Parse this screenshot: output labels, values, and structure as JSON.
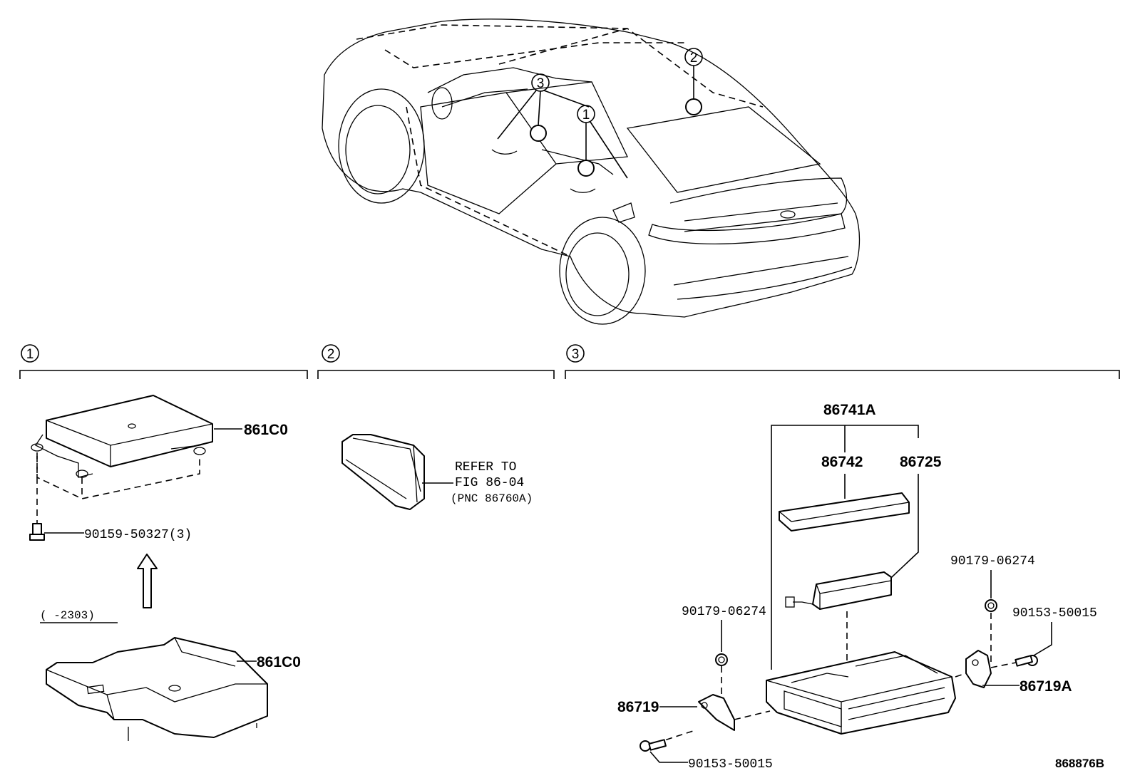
{
  "callouts": {
    "one": "1",
    "two": "2",
    "three": "3"
  },
  "section1": {
    "part_module_top": "861C0",
    "bolt": "90159-50327(3)",
    "date_range": "(      -2303)",
    "part_module_bottom": "861C0"
  },
  "section2": {
    "refer_line1": "REFER TO",
    "refer_line2": "FIG 86-04",
    "refer_line3": "(PNC 86760A)"
  },
  "section3": {
    "assembly": "86741A",
    "sub_a": "86742",
    "sub_b": "86725",
    "nut_left": "90179-06274",
    "nut_right": "90179-06274",
    "bolt_right": "90153-50015",
    "bolt_left": "90153-50015",
    "bracket_left": "86719",
    "bracket_right": "86719A"
  },
  "illustration_id": "868876B"
}
